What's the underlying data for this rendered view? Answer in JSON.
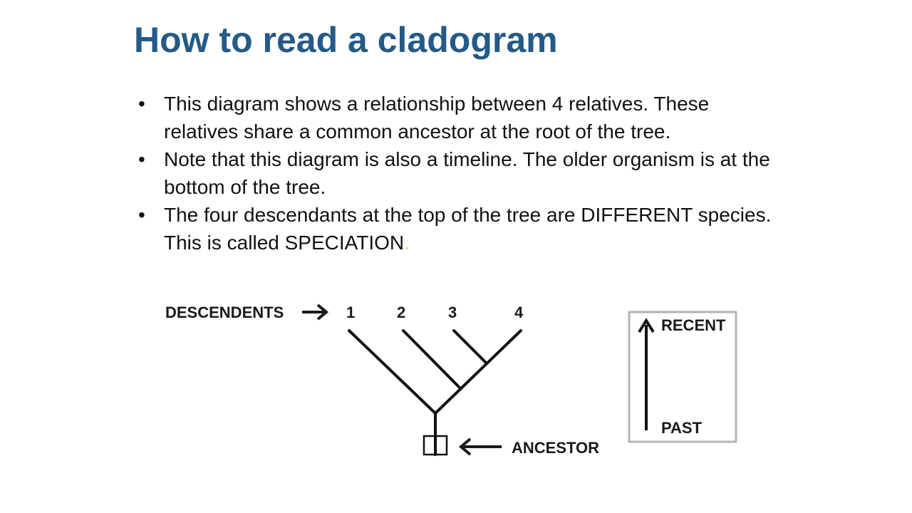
{
  "slide": {
    "title": "How to read a cladogram",
    "bullets": [
      "This diagram shows a relationship between 4 relatives. These relatives share a common ancestor at the root of the tree.",
      "Note that this diagram is also a timeline. The older organism is at the bottom of the tree.",
      "The four descendants at the top of the tree are DIFFERENT species. This is called SPECIATION"
    ],
    "last_bullet_suffix": "."
  },
  "diagram": {
    "descendants_label": "DESCENDENTS",
    "descendant_numbers": [
      "1",
      "2",
      "3",
      "4"
    ],
    "ancestor_label": "ANCESTOR",
    "timeline": {
      "recent_label": "RECENT",
      "past_label": "PAST"
    }
  }
}
